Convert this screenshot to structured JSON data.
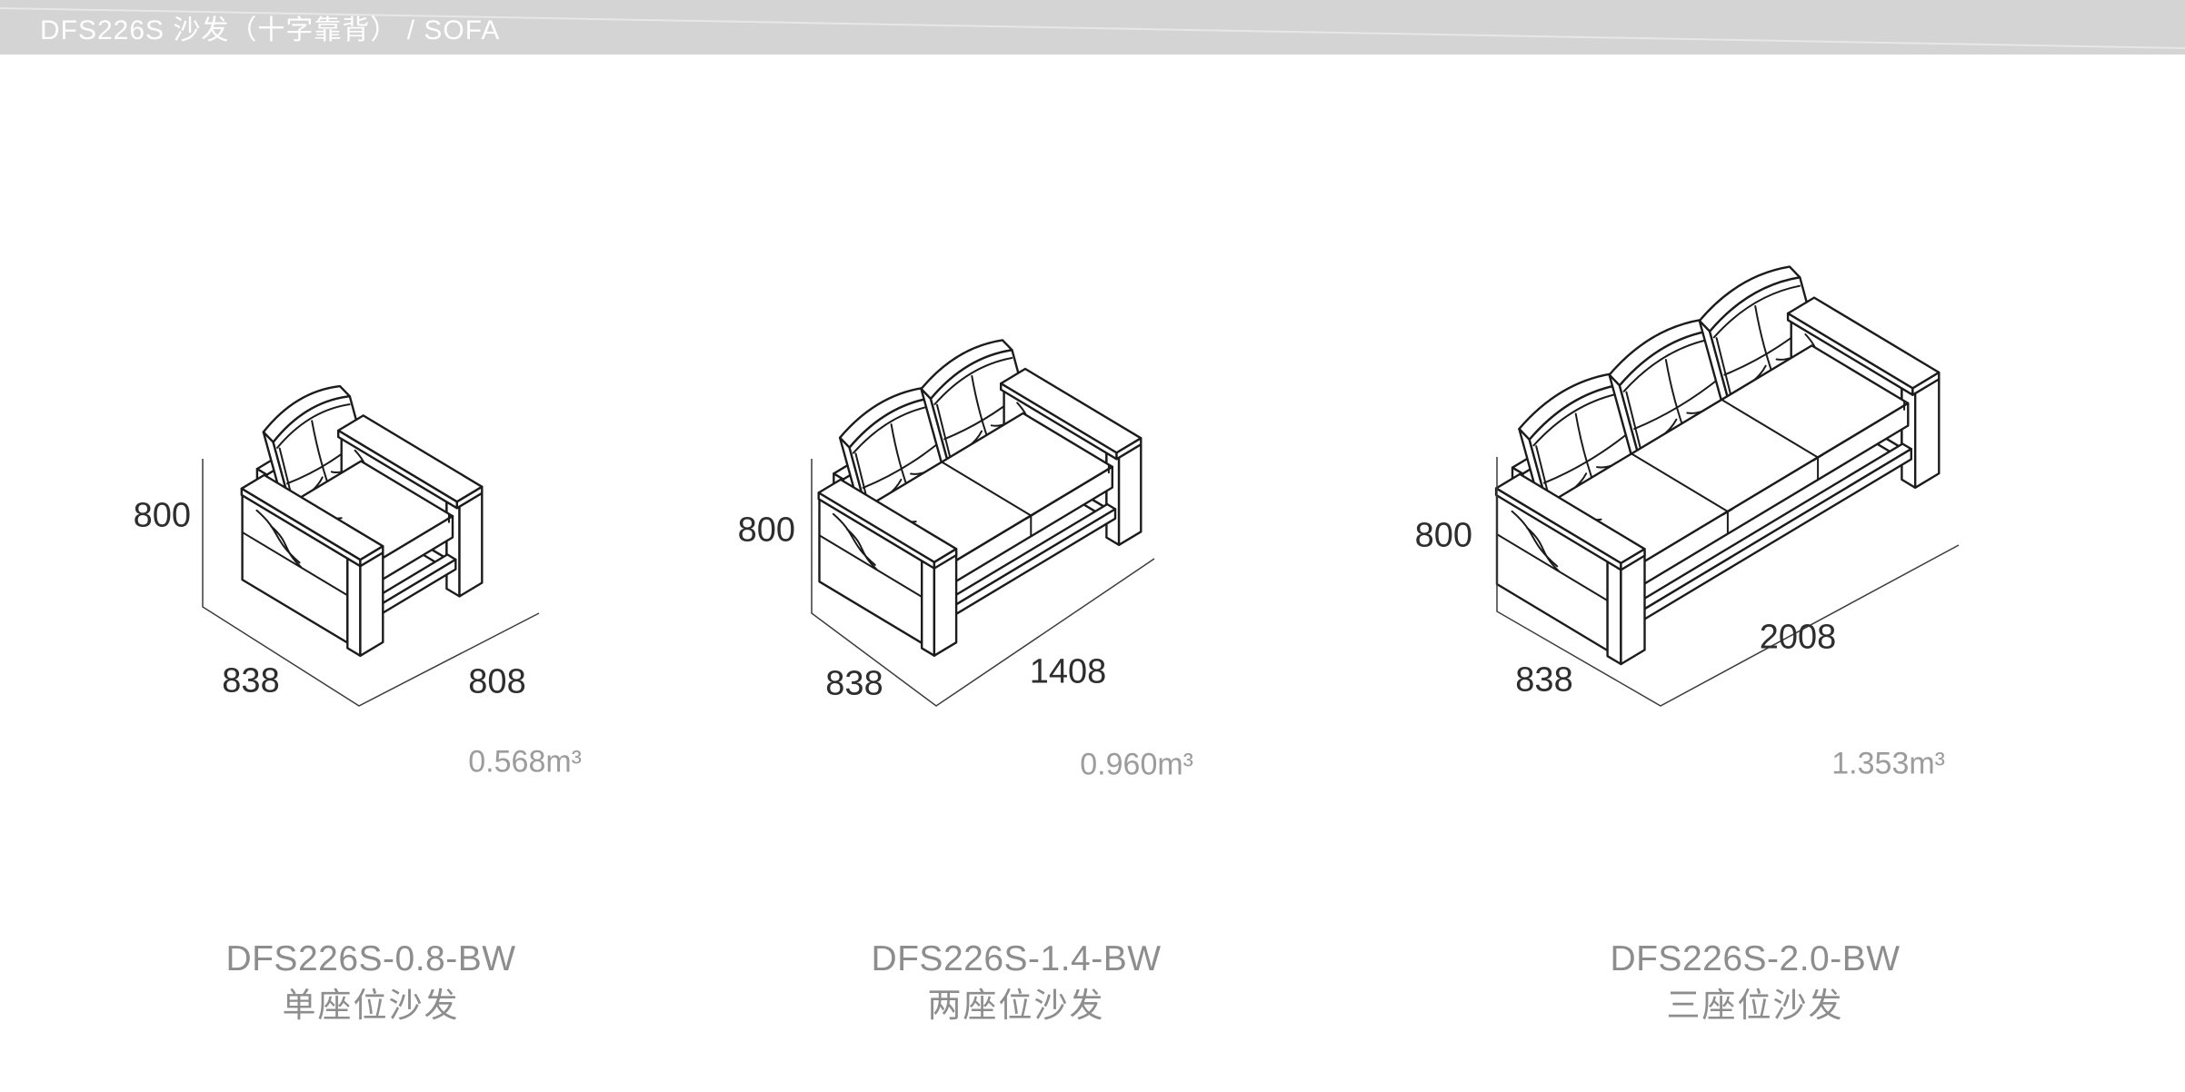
{
  "header": {
    "title": "DFS226S 沙发（十字靠背） / SOFA"
  },
  "colors": {
    "header_bg": "#d4d4d4",
    "header_text": "#ffffff",
    "line_art": "#1b1b1b",
    "dim_text": "#2e2e2e",
    "muted_text": "#8d8d8d",
    "volume_text": "#9c9c9c",
    "page_bg": "#ffffff"
  },
  "products": [
    {
      "model": "DFS226S-0.8-BW",
      "name_cn": "单座位沙发",
      "seats": 1,
      "height": "800",
      "depth": "838",
      "width": "808",
      "volume": "0.568m³"
    },
    {
      "model": "DFS226S-1.4-BW",
      "name_cn": "两座位沙发",
      "seats": 2,
      "height": "800",
      "depth": "838",
      "width": "1408",
      "volume": "0.960m³"
    },
    {
      "model": "DFS226S-2.0-BW",
      "name_cn": "三座位沙发",
      "seats": 3,
      "height": "800",
      "depth": "838",
      "width": "2008",
      "volume": "1.353m³"
    }
  ]
}
